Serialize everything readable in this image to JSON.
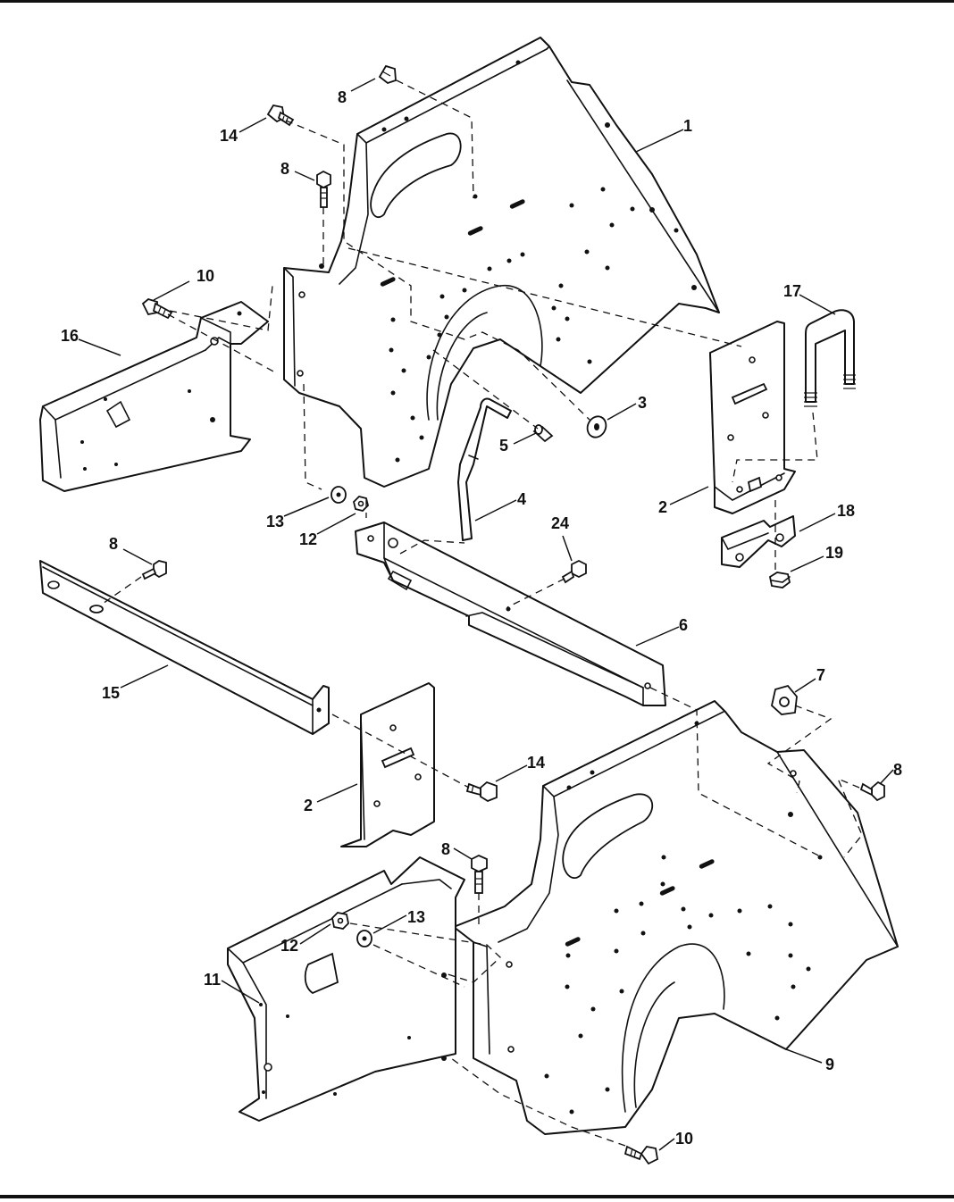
{
  "header_faint_text": "",
  "callouts": {
    "c1": "1",
    "c2a": "2",
    "c2b": "2",
    "c3": "3",
    "c4": "4",
    "c5": "5",
    "c6": "6",
    "c7": "7",
    "c8a": "8",
    "c8b": "8",
    "c8c": "8",
    "c8d": "8",
    "c8e": "8",
    "c9": "9",
    "c10a": "10",
    "c10b": "10",
    "c11": "11",
    "c12a": "12",
    "c12b": "12",
    "c13a": "13",
    "c13b": "13",
    "c14a": "14",
    "c14b": "14",
    "c15": "15",
    "c16": "16",
    "c17": "17",
    "c18": "18",
    "c19": "19",
    "c24": "24"
  }
}
